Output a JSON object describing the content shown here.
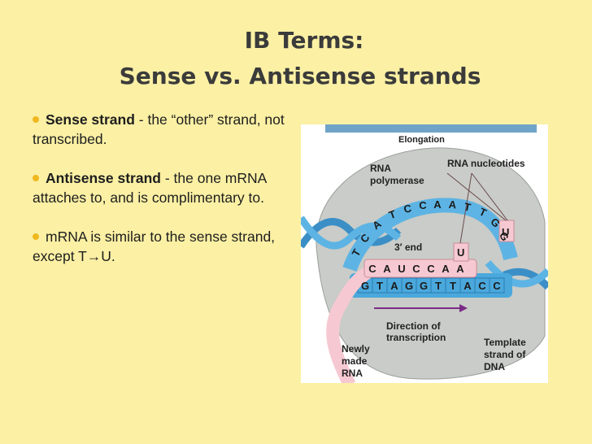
{
  "slide": {
    "title_line1": "IB Terms:",
    "title_line2": "Sense vs. Antisense strands"
  },
  "bullets": [
    {
      "term": "Sense strand",
      "rest": " - the “other” strand, not transcribed."
    },
    {
      "term": "Antisense strand",
      "rest": " - the one mRNA attaches to, and is complimentary to."
    },
    {
      "term": "",
      "rest": "mRNA is similar to the sense strand, except T",
      "arrow": "→",
      "tail": "U."
    }
  ],
  "figure": {
    "heading": "Elongation",
    "labels": {
      "rna_polymerase_1": "RNA",
      "rna_polymerase_2": "polymerase",
      "rna_nucleotides": "RNA nucleotides",
      "three_prime_end": "3′ end",
      "direction_1": "Direction of",
      "direction_2": "transcription",
      "template_1": "Template",
      "template_2": "strand of",
      "template_3": "DNA",
      "newly_1": "Newly",
      "newly_2": "made",
      "newly_3": "RNA"
    },
    "coding_bases": [
      "T",
      "C",
      "A",
      "T",
      "C",
      "C",
      "A",
      "A",
      "T",
      "T",
      "G",
      "G"
    ],
    "rna_bases": [
      "C",
      "A",
      "U",
      "C",
      "C",
      "A",
      "A"
    ],
    "template_bases": [
      "G",
      "T",
      "A",
      "G",
      "G",
      "T",
      "T",
      "A",
      "C",
      "C"
    ],
    "free_nucleotides": [
      "U",
      "U"
    ],
    "colors": {
      "polymerase": "#c9ccc8",
      "dna": "#4aa8dc",
      "rna": "#f6c9d2",
      "arrow": "#7b2a86"
    }
  }
}
